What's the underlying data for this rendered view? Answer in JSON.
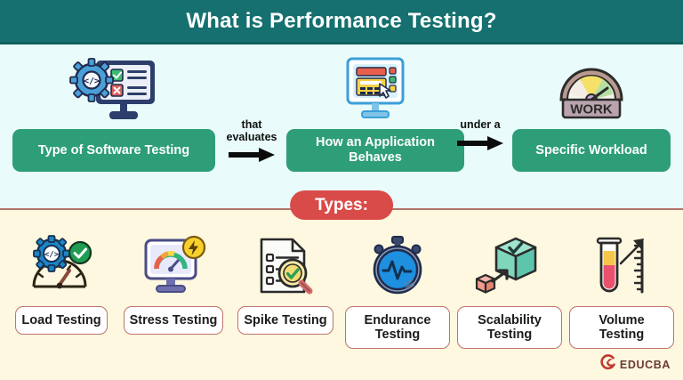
{
  "header": {
    "title": "What is Performance Testing?"
  },
  "colors": {
    "header_bg": "#15706f",
    "upper_bg": "#e9fcfb",
    "lower_bg": "#fdf8df",
    "green_box": "#2e9e78",
    "badge_red": "#d94b48",
    "label_border": "#c0726c",
    "divider": "#b2736a",
    "logo": "#c0392f"
  },
  "flow": {
    "nodes": [
      {
        "label": "Type of Software Testing",
        "icon": "monitor-code-checklist-icon"
      },
      {
        "label": "How an Application Behaves",
        "icon": "monitor-app-cursor-icon"
      },
      {
        "label": "Specific Workload",
        "icon": "work-gauge-icon"
      }
    ],
    "connectors": [
      {
        "label": "that evaluates",
        "icon": "arrow-right-icon"
      },
      {
        "label": "under a",
        "icon": "arrow-right-icon"
      }
    ]
  },
  "types_badge": {
    "label": "Types:"
  },
  "types": [
    {
      "label": "Load Testing",
      "icon": "gear-gauge-check-icon"
    },
    {
      "label": "Stress Testing",
      "icon": "monitor-speedometer-bolt-icon"
    },
    {
      "label": "Spike Testing",
      "icon": "document-magnifier-check-icon"
    },
    {
      "label": "Endurance Testing",
      "icon": "stopwatch-pulse-icon"
    },
    {
      "label": "Scalability Testing",
      "icon": "boxes-scale-arrow-icon"
    },
    {
      "label": "Volume Testing",
      "icon": "test-tube-ruler-icon"
    }
  ],
  "logo": {
    "text": "EDUCBA",
    "icon": "educba-swirl-icon"
  }
}
